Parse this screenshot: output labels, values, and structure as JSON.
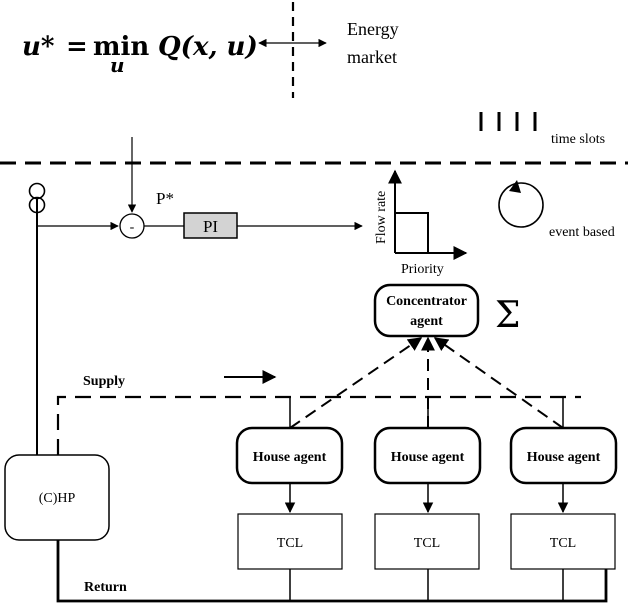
{
  "formula": {
    "lhs": "u*",
    "equals": "=",
    "op": "min",
    "sub": "u",
    "rhs": "Q(x, u)"
  },
  "energy_market": {
    "line1": "Energy",
    "line2": "market"
  },
  "time_slots_label": "time slots",
  "event_based_label": "event based",
  "setpoint_label": "P*",
  "summing_sign": "-",
  "pi_label": "PI",
  "flow_chart": {
    "ylabel": "Flow rate",
    "xlabel": "Priority"
  },
  "concentrator": {
    "line1": "Concentrator",
    "line2": "agent"
  },
  "sigma": "Σ",
  "supply_label": "Supply",
  "return_label": "Return",
  "hp_label": "(C)HP",
  "house_agents": [
    "House agent",
    "House agent",
    "House agent"
  ],
  "tcls": [
    "TCL",
    "TCL",
    "TCL"
  ]
}
